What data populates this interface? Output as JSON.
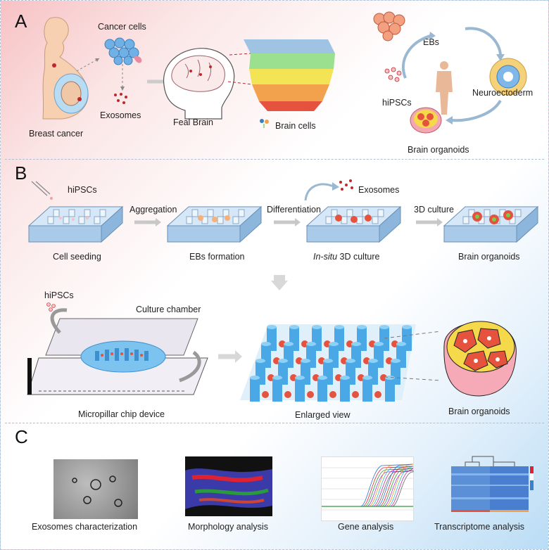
{
  "panelA": {
    "letter": "A",
    "cancer_cells": "Cancer cells",
    "exosomes": "Exosomes",
    "breast_cancer": "Breast cancer",
    "feal_brain": "Feal Brain",
    "brain_cells": "Brain cells",
    "ebs": "EBs",
    "hipscs": "hiPSCs",
    "neuroectoderm": "Neuroectoderm",
    "brain_organoids": "Brain organoids"
  },
  "panelB": {
    "letter": "B",
    "hipscs": "hiPSCs",
    "aggregation": "Aggregation",
    "differentiation": "Differentiation",
    "exosomes": "Exosomes",
    "culture_3d": "3D culture",
    "steps": [
      "Cell seeding",
      "EBs formation",
      "3D culture",
      "Brain organoids"
    ],
    "insitu_italic": "In-situ",
    "chip_hipscs": "hiPSCs",
    "culture_chamber": "Culture chamber",
    "micropillar": "Micropillar chip device",
    "enlarged_view": "Enlarged view",
    "brain_organoids_zoom": "Brain  organoids"
  },
  "panelC": {
    "letter": "C",
    "captions": [
      "Exosomes characterization",
      "Morphology analysis",
      "Gene analysis",
      "Transcriptome   analysis"
    ]
  }
}
